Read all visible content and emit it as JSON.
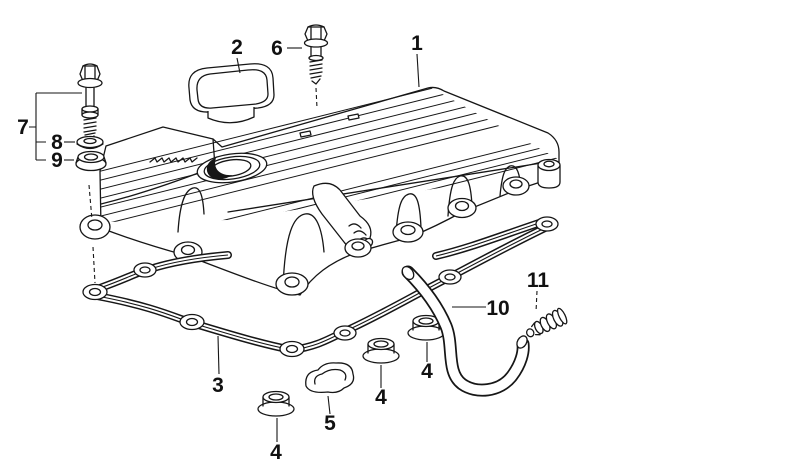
{
  "figure": {
    "kind": "exploded-parts-line-drawing",
    "subject": "cylinder-head-cover",
    "background": "#ffffff",
    "line_color": "#161616",
    "label_color": "#111111",
    "callouts": [
      {
        "label": "1",
        "part": "cylinder-head-cover"
      },
      {
        "label": "2",
        "part": "oil-filler-cap"
      },
      {
        "label": "6",
        "part": "hex-flange-bolt"
      },
      {
        "label": "7",
        "part": "cover-bolt"
      },
      {
        "label": "8",
        "part": "washer"
      },
      {
        "label": "9",
        "part": "sealing-grommet"
      },
      {
        "label": "3",
        "part": "cover-gasket"
      },
      {
        "label": "4",
        "part": "seal-ring"
      },
      {
        "label": "5",
        "part": "half-moon-seal"
      },
      {
        "label": "4",
        "part": "seal-ring"
      },
      {
        "label": "4",
        "part": "seal-ring"
      },
      {
        "label": "10",
        "part": "vent-hose"
      },
      {
        "label": "11",
        "part": "hose-connector"
      }
    ]
  }
}
